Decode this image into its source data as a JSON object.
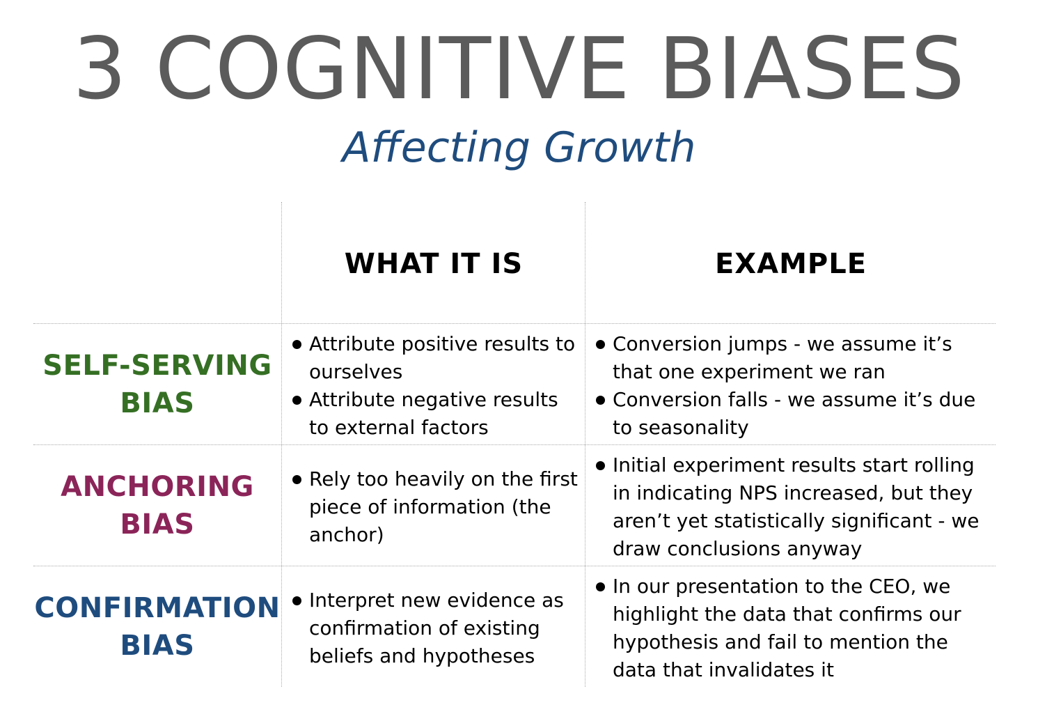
{
  "title": "3 COGNITIVE BIASES",
  "subtitle": "Affecting Growth",
  "colors": {
    "title": "#5b5b5b",
    "subtitle": "#1f4c7e",
    "self_serving": "#356f24",
    "anchoring": "#8b2459",
    "confirmation": "#1f4c7e"
  },
  "bullet_icon": "bullet-dot-icon",
  "columns": {
    "what_it_is": "WHAT IT IS",
    "example": "EXAMPLE"
  },
  "rows": [
    {
      "label_line1": "SELF-SERVING",
      "label_line2": "BIAS",
      "what_it_is": [
        "Attribute positive results to ourselves",
        "Attribute negative results to external factors"
      ],
      "example": [
        "Conversion jumps - we assume it’s that one experiment we ran",
        "Conversion falls - we assume it’s due to seasonality"
      ]
    },
    {
      "label_line1": "ANCHORING",
      "label_line2": "BIAS",
      "what_it_is": [
        "Rely too heavily on the first piece of information (the anchor)"
      ],
      "example": [
        "Initial experiment results start rolling in indicating NPS increased, but they aren’t yet statistically significant -  we draw conclusions anyway"
      ]
    },
    {
      "label_line1": "CONFIRMATION",
      "label_line2": "BIAS",
      "what_it_is": [
        "Interpret new evidence as confirmation of existing beliefs and hypotheses"
      ],
      "example": [
        "In our presentation to the CEO, we highlight the data that confirms our hypothesis and fail to mention the data that invalidates it"
      ]
    }
  ]
}
